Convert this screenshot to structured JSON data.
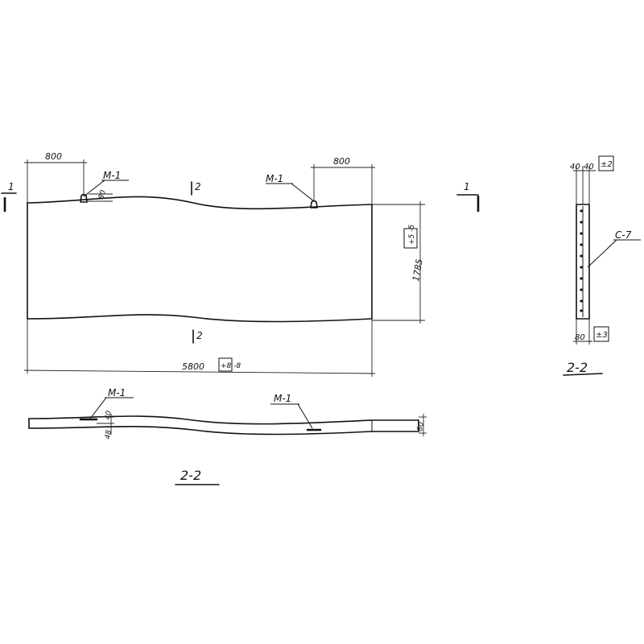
{
  "labels": {
    "cut_mark": "1",
    "section_mark": "2",
    "embed": "М-1",
    "rebar": "С-7",
    "section_title": "2-2"
  },
  "dims": {
    "left_offset": "800",
    "right_offset": "800",
    "embed_gap": "80",
    "width": "1785",
    "length": "5800",
    "slab_th": "80",
    "small_top": "40",
    "small_bottom": "48",
    "sec_w1": "40",
    "sec_w2": "40",
    "sec_bottom": "80"
  },
  "tolerances": {
    "width": "+5\n-5",
    "length": "+8\n-8",
    "sec_top": "±2",
    "sec_bottom": "±3"
  }
}
